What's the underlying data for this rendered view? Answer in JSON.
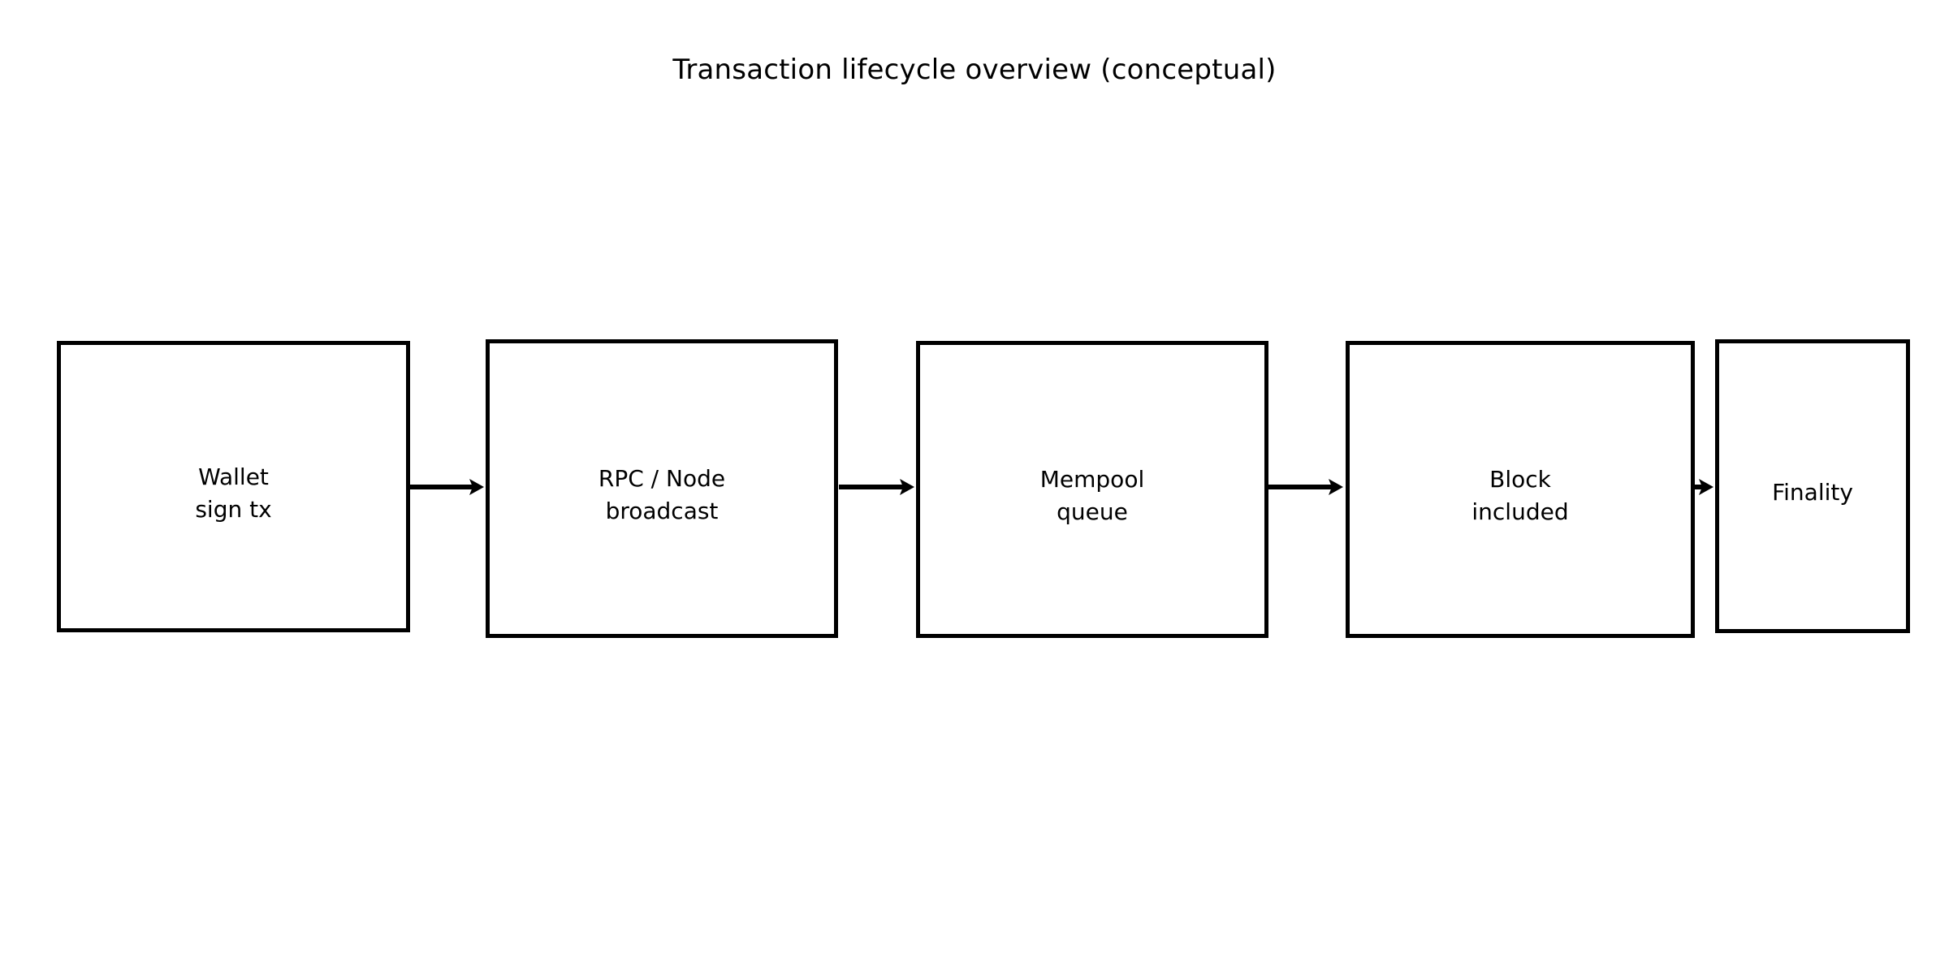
{
  "diagram": {
    "title": "Transaction lifecycle overview (conceptual)",
    "type": "flowchart",
    "orientation": "left-to-right",
    "background_color": "#ffffff",
    "node_fill_color": "#ffffff",
    "node_border_color": "#000000",
    "text_color": "#000000",
    "arrow_color": "#000000",
    "nodes": [
      {
        "id": "wallet",
        "label": "Wallet\nsign tx",
        "line1": "Wallet",
        "line2": "sign tx",
        "shape": "rectangle",
        "order": 1
      },
      {
        "id": "rpc-node",
        "label": "RPC / Node\nbroadcast",
        "line1": "RPC / Node",
        "line2": "broadcast",
        "shape": "rectangle",
        "order": 2
      },
      {
        "id": "mempool",
        "label": "Mempool\nqueue",
        "line1": "Mempool",
        "line2": "queue",
        "shape": "rectangle",
        "order": 3
      },
      {
        "id": "block",
        "label": "Block\nincluded",
        "line1": "Block",
        "line2": "included",
        "shape": "rectangle",
        "order": 4
      },
      {
        "id": "finality",
        "label": "Finality",
        "line1": "Finality",
        "line2": "",
        "shape": "rectangle",
        "order": 5
      }
    ],
    "edges": [
      {
        "id": "edge-wallet-rpc",
        "from": "wallet",
        "to": "rpc-node",
        "label": "",
        "style": "solid-arrow"
      },
      {
        "id": "edge-rpc-mempool",
        "from": "rpc-node",
        "to": "mempool",
        "label": "",
        "style": "solid-arrow"
      },
      {
        "id": "edge-mempool-block",
        "from": "mempool",
        "to": "block",
        "label": "",
        "style": "solid-arrow"
      },
      {
        "id": "edge-block-finality",
        "from": "block",
        "to": "finality",
        "label": "",
        "style": "solid-arrow"
      }
    ]
  }
}
